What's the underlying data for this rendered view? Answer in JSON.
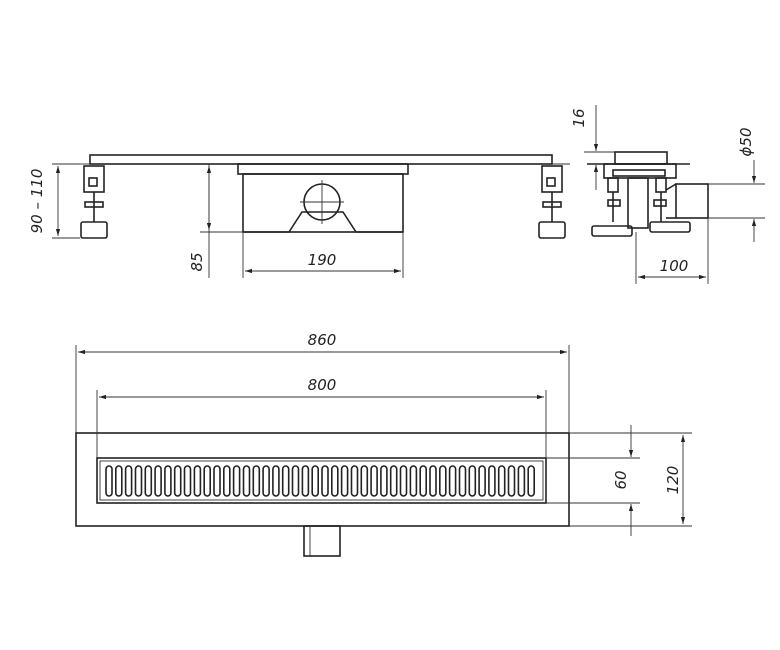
{
  "dimensions": {
    "height_range": "90 – 110",
    "trap_height": "85",
    "body_width_top": "190",
    "flange_thickness": "16",
    "outlet_diameter": "ϕ50",
    "side_depth": "100",
    "overall_length": "860",
    "grate_length": "800",
    "grate_width": "60",
    "channel_width": "120"
  }
}
